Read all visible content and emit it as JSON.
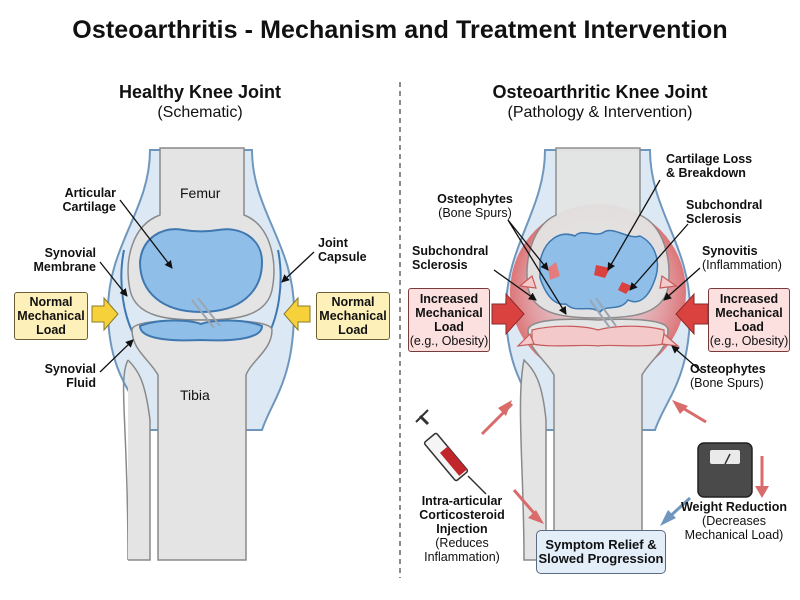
{
  "title": "Osteoarthritis - Mechanism and Treatment Intervention",
  "healthy": {
    "title": "Healthy Knee Joint",
    "subtitle": "(Schematic)",
    "femur": "Femur",
    "tibia": "Tibia",
    "articular_cartilage": [
      "Articular",
      "Cartilage"
    ],
    "synovial_membrane": [
      "Synovial",
      "Membrane"
    ],
    "joint_capsule": [
      "Joint",
      "Capsule"
    ],
    "synovial_fluid": [
      "Synovial",
      "Fluid"
    ],
    "load_left": [
      "Normal",
      "Mechanical",
      "Load"
    ],
    "load_right": [
      "Normal",
      "Mechanical",
      "Load"
    ]
  },
  "oa": {
    "title": "Osteoarthritic Knee Joint",
    "subtitle": "(Pathology & Intervention)",
    "cartilage_loss": [
      "Cartilage Loss",
      "& Breakdown"
    ],
    "osteophytes_top": [
      "Osteophytes",
      "(Bone Spurs)"
    ],
    "subchondral_right": [
      "Subchondral",
      "Sclerosis"
    ],
    "subchondral_left": [
      "Subchondral",
      "Sclerosis"
    ],
    "synovitis": [
      "Synovitis",
      "(Inflammation)"
    ],
    "load_left": [
      "Increased",
      "Mechanical",
      "Load",
      "(e.g., Obesity)"
    ],
    "load_right": [
      "Increased",
      "Mechanical",
      "Load",
      "(e.g., Obesity)"
    ],
    "osteophytes_bottom": [
      "Osteophytes",
      "(Bone Spurs)"
    ]
  },
  "treatment": {
    "injection": [
      "Intra-articular",
      "Corticosteroid",
      "Injection",
      "(Reduces",
      "Inflammation)"
    ],
    "weight": [
      "Weight Reduction",
      "(Decreases",
      "Mechanical Load)"
    ],
    "relief": [
      "Symptom Relief &",
      "Slowed Progression"
    ]
  },
  "colors": {
    "bone": "#e3e3e3",
    "bone_stroke": "#8a8a8a",
    "capsule": "#dce9f5",
    "cartilage": "#8fbfe8",
    "cartilage_stroke": "#3f78b0",
    "load_yellow": "#f7d13a",
    "load_red": "#d9423f",
    "inflammation": "#e27575"
  },
  "icons": [
    "syringe-icon",
    "scale-icon"
  ]
}
